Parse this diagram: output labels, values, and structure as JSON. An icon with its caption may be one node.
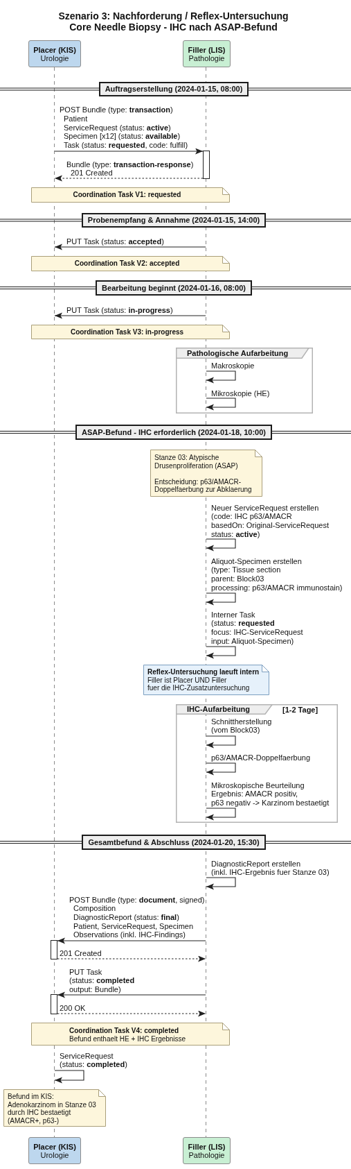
{
  "diagram": {
    "title": "Szenario 3: Nachforderung / Reflex-Untersuchung Core Needle Biopsy - IHC nach ASAP-Befund",
    "nodes": [
      {
        "text": [
          "Placer (KIS)",
          "Urologie"
        ]
      },
      {
        "text": [
          "Filler (LIS)",
          "Pathologie"
        ]
      },
      {
        "text": [],
        "shape": "line"
      },
      {
        "text": [],
        "shape": "line"
      },
      {
        "text": [
          "Auftragserstellung (2024-01-15, 08:00)"
        ]
      },
      {
        "text": [],
        "shape": "bar"
      },
      {
        "text": [
          "Coordination Task V1: requested"
        ]
      },
      {
        "text": [
          "Probenempfang & Annahme (2024-01-15, 14:00)"
        ]
      },
      {
        "text": [
          "Coordination Task V2: accepted"
        ]
      },
      {
        "text": [
          "Bearbeitung beginnt (2024-01-16, 08:00)"
        ]
      },
      {
        "text": [
          "Coordination Task V3: in-progress"
        ]
      },
      {
        "text": [
          "Pathologische Aufarbeitung"
        ]
      },
      {
        "text": [
          "ASAP-Befund - IHC erforderlich (2024-01-18, 10:00)"
        ]
      },
      {
        "text": [
          "Stanze 03: Atypische Drusenproliferation (ASAP)",
          "Entscheidung: p63/AMACR- Doppelfaerbung zur Abklaerung"
        ]
      },
      {
        "text": [
          "Reflex-Untersuchung laeuft intern",
          "Filler ist Placer UND Filler fuer die IHC-Zusatzuntersuchung"
        ]
      },
      {
        "text": [
          "IHC-Aufarbeitung"
        ],
        "beside": [
          "[1-2 Tage]"
        ]
      },
      {
        "text": [
          "Gesamtbefund & Abschluss (2024-01-20, 15:30)"
        ]
      },
      {
        "text": [],
        "shape": "bar"
      },
      {
        "text": [],
        "shape": "bar"
      },
      {
        "text": [
          "Coordination Task V4: completed",
          "Befund enthaelt HE + IHC Ergebnisse"
        ]
      },
      {
        "text": [
          "Befund im KIS: Adenokarzinom in Stanze 03 durch IHC bestaetigt (AMACR+, p63-)"
        ]
      },
      {
        "text": [
          "Placer (KIS)",
          "Urologie"
        ]
      },
      {
        "text": [
          "Filler (LIS)",
          "Pathologie"
        ]
      }
    ],
    "edges": [
      {
        "from": 2,
        "to": 5,
        "arrow": "to",
        "label": "POST Bundle (type: **transaction**) Patient ServiceRequest (status: **active**) Specimen [x12] (status: **available**) Task (status: **requested**, code: fulfill)"
      },
      {
        "from": 5,
        "to": 2,
        "arrow": "to",
        "style": "dashed",
        "label": "Bundle (type: **transaction-response**) 201 Created"
      },
      {
        "from": 3,
        "to": 2,
        "arrow": "to",
        "label": "PUT Task (status: **accepted**)"
      },
      {
        "from": 3,
        "to": 2,
        "arrow": "to",
        "label": "PUT Task (status: **in-progress**)"
      },
      {
        "from": 3,
        "to": 3,
        "arrow": "to",
        "label": "Makroskopie"
      },
      {
        "from": 3,
        "to": 3,
        "arrow": "to",
        "label": "Mikroskopie (HE)"
      },
      {
        "from": 3,
        "to": 3,
        "arrow": "to",
        "label": "Neuer ServiceRequest erstellen (code: IHC p63/AMACR basedOn: Original-ServiceRequest status: **active**)"
      },
      {
        "from": 3,
        "to": 3,
        "arrow": "to",
        "label": "Aliquot-Specimen erstellen (type: Tissue section parent: Block03 processing: p63/AMACR immunostain)"
      },
      {
        "from": 3,
        "to": 3,
        "arrow": "to",
        "label": "Interner Task (status: **requested** focus: IHC-ServiceRequest input: Aliquot-Specimen)"
      },
      {
        "from": 3,
        "to": 3,
        "arrow": "to",
        "label": "Schnittherstellung (vom Block03)"
      },
      {
        "from": 3,
        "to": 3,
        "arrow": "to",
        "label": "p63/AMACR-Doppelfaerbung"
      },
      {
        "from": 3,
        "to": 3,
        "arrow": "to",
        "label": "Mikroskopische Beurteilung Ergebnis: AMACR positiv, p63 negativ -> Karzinom bestaetigt"
      },
      {
        "from": 3,
        "to": 3,
        "arrow": "to",
        "label": "DiagnosticReport erstellen (inkl. IHC-Ergebnis fuer Stanze 03)"
      },
      {
        "from": 3,
        "to": 17,
        "arrow": "to",
        "label": "POST Bundle (type: **document**, signed) Composition DiagnosticReport (status: **final**) Patient, ServiceRequest, Specimen Observations (inkl. IHC-Findings)"
      },
      {
        "from": 17,
        "to": 3,
        "arrow": "to",
        "style": "dashed",
        "label": "201 Created"
      },
      {
        "from": 3,
        "to": 18,
        "arrow": "to",
        "label": "PUT Task (status: **completed** output: Bundle)"
      },
      {
        "from": 18,
        "to": 3,
        "arrow": "to",
        "style": "dashed",
        "label": "200 OK"
      },
      {
        "from": 2,
        "to": 2,
        "arrow": "to",
        "label": "ServiceRequest (status: **completed**)"
      }
    ]
  }
}
